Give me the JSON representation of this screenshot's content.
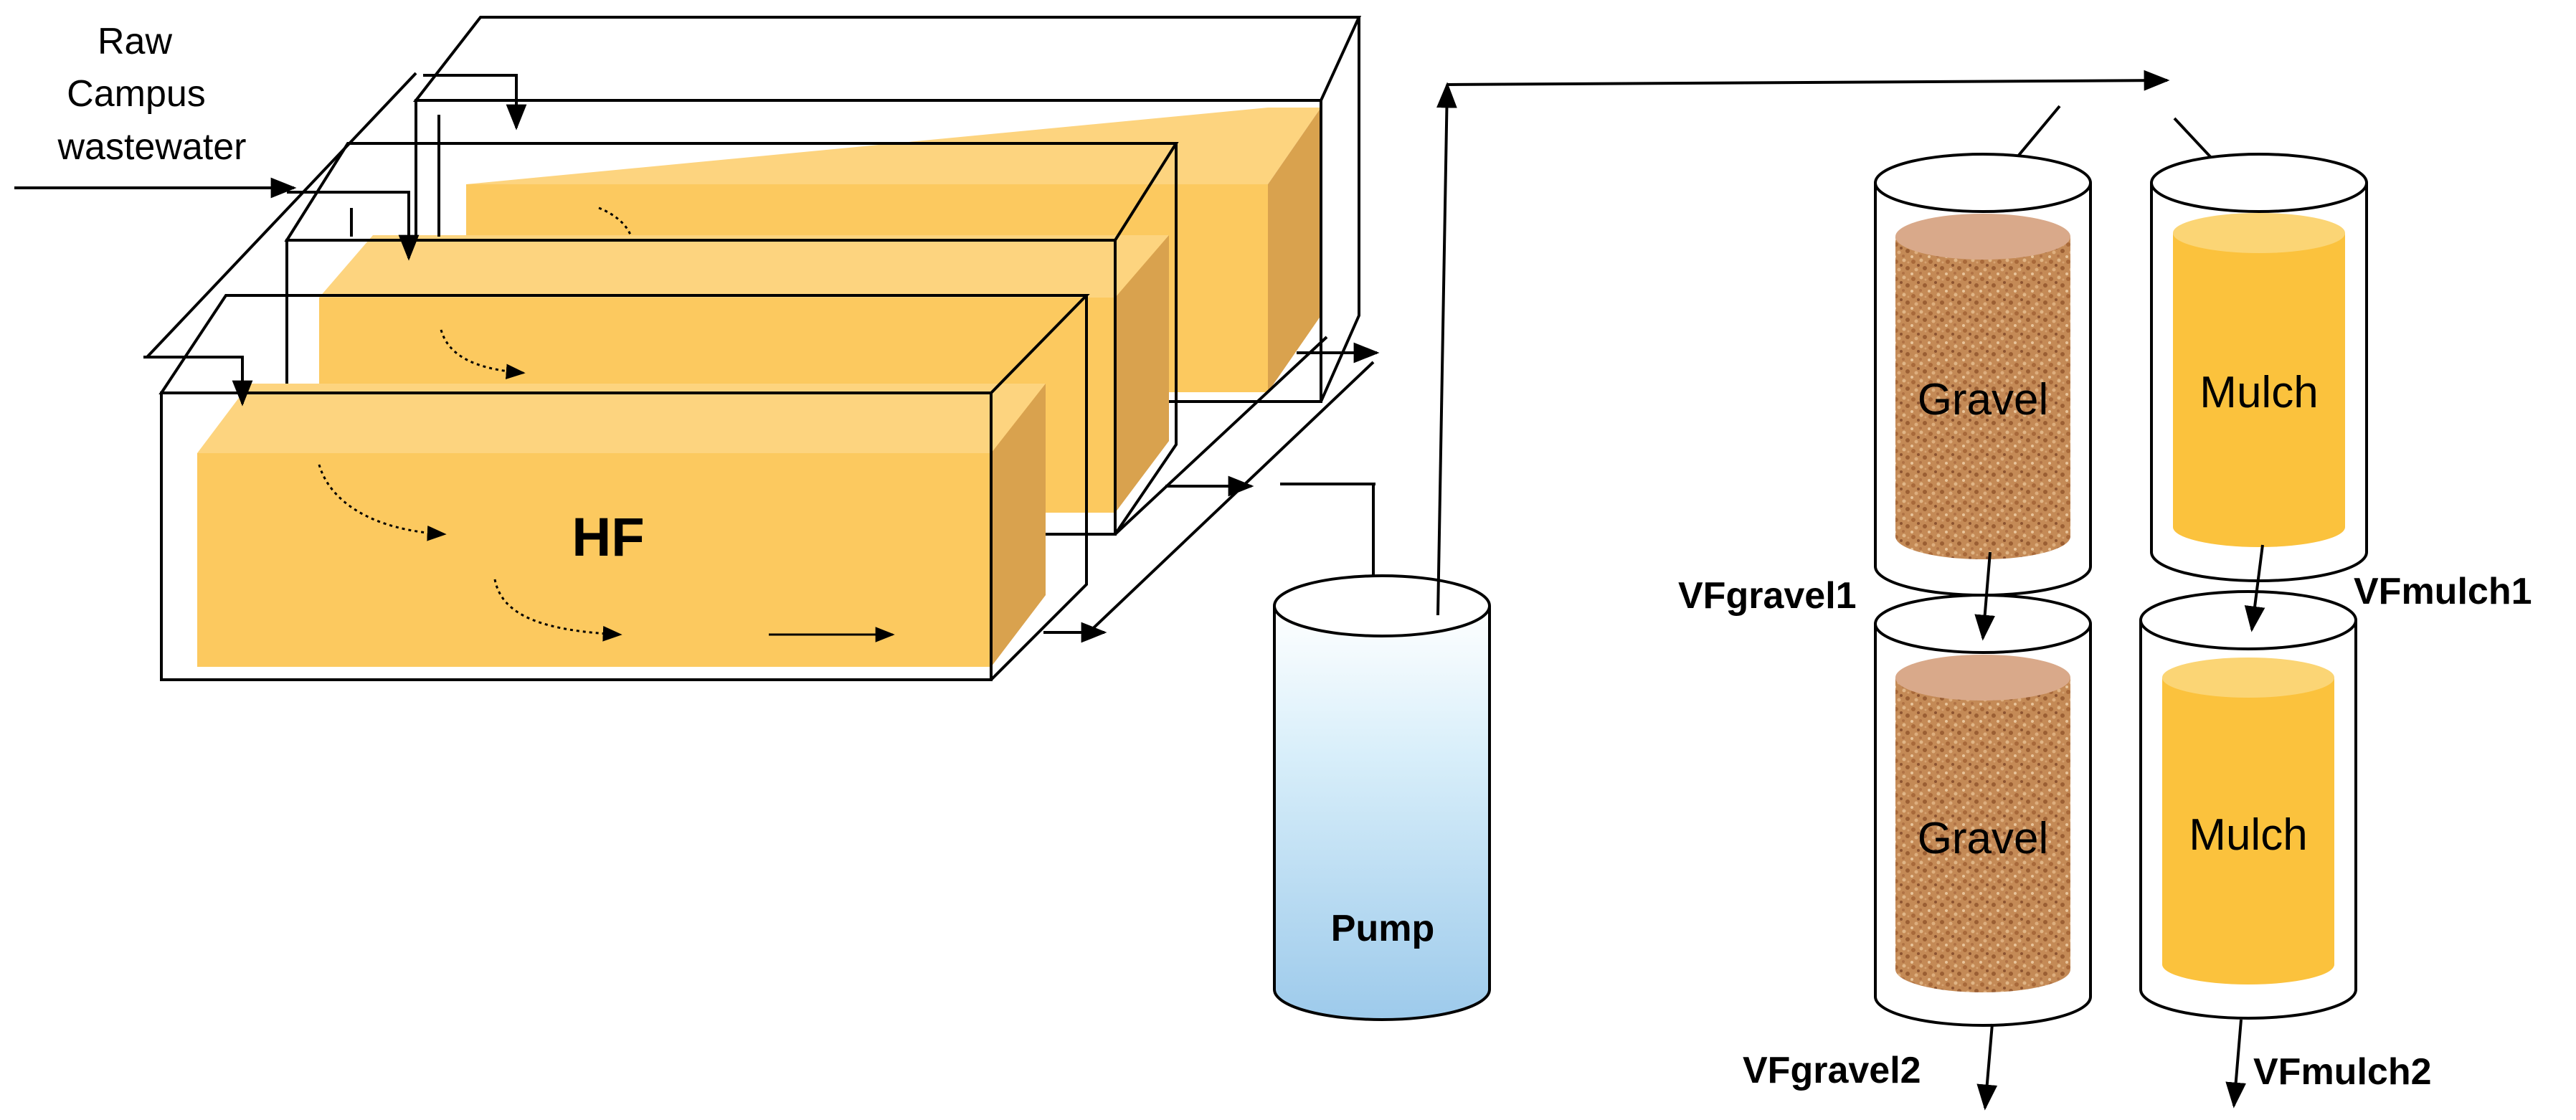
{
  "labels": {
    "inflow": [
      "Raw",
      "Campus",
      "wastewater"
    ],
    "hf": "HF",
    "pump": "Pump",
    "gravel_top": "Gravel",
    "gravel_bottom": "Gravel",
    "mulch_top": "Mulch",
    "mulch_bottom": "Mulch",
    "vfgravel1": "VFgravel1",
    "vfgravel2": "VFgravel2",
    "vfmulch1": "VFmulch1",
    "vfmulch2": "VFmulch2"
  },
  "colors": {
    "media_front": "#FCC95F",
    "media_top": "#FDD47F",
    "media_side": "#D9A24E",
    "gravel": "#C58D5B",
    "mulch": "#FBC23D",
    "mulch_top": "#FBD575",
    "pump_top": "#CFEAF7",
    "pump_bottom": "#9FCBEB"
  }
}
